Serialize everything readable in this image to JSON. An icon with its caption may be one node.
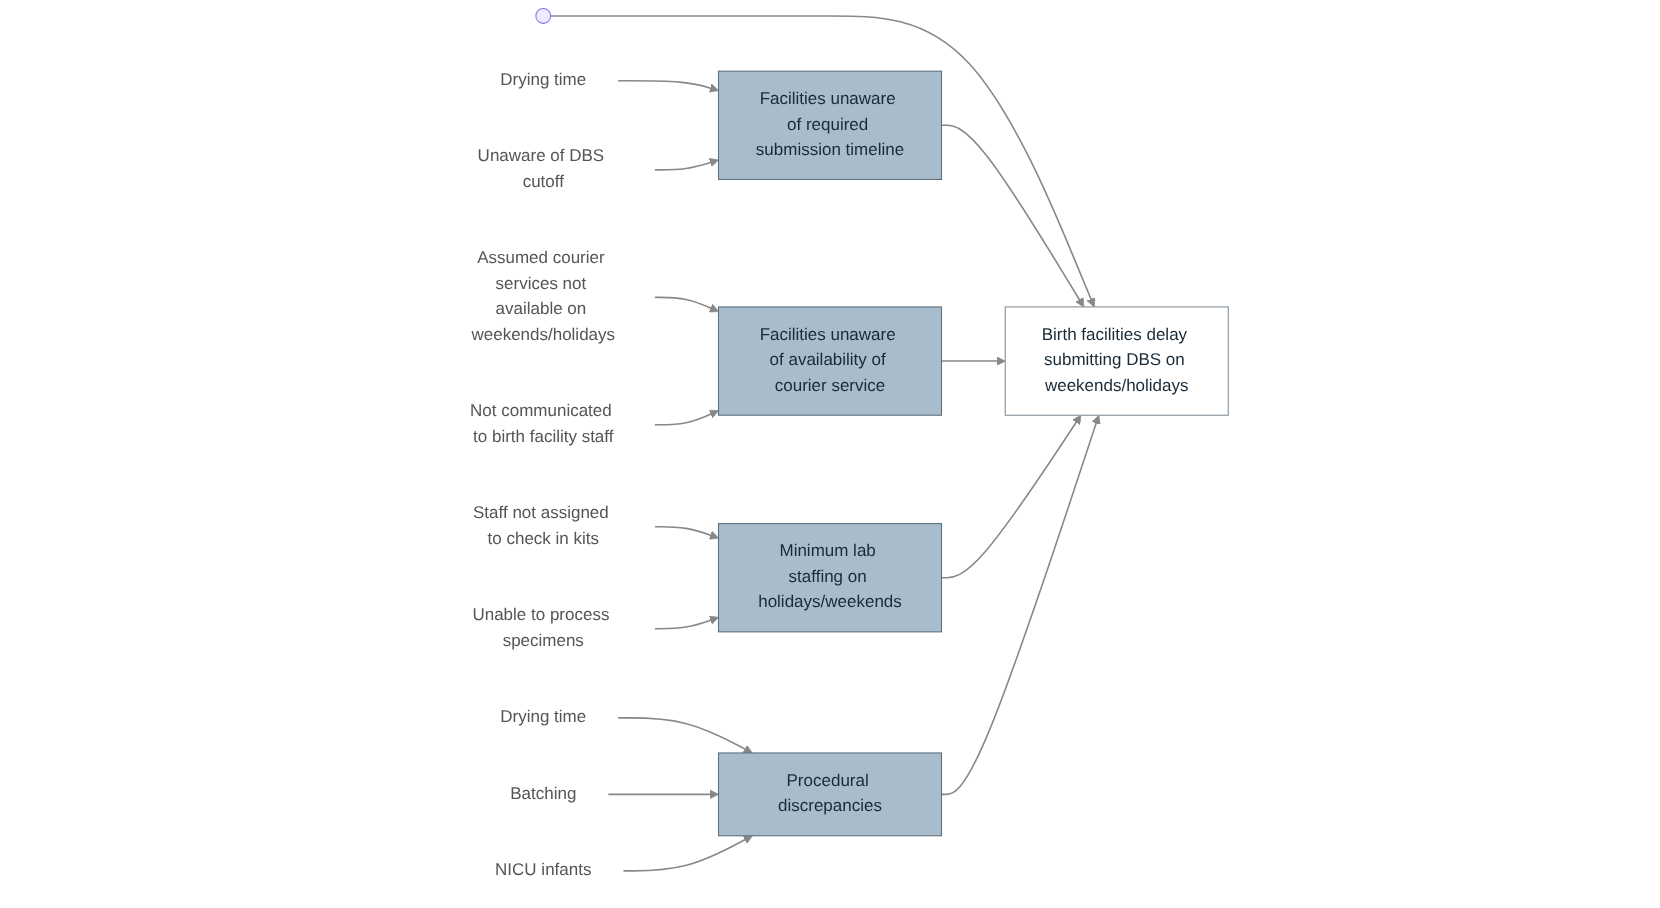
{
  "diagram": {
    "nodes": [
      {
        "text": [
          "Birth facilities delay submitting DBS on weekends/holidays"
        ]
      },
      {
        "text": [
          "Facilities unaware of required submission timeline"
        ]
      },
      {
        "text": [
          "Facilities unaware of availability of courier service"
        ]
      },
      {
        "text": [
          "Minimum lab staffing on holidays/weekends"
        ]
      },
      {
        "text": [
          "Procedural discrepancies"
        ]
      },
      {
        "text": [
          "Drying time"
        ]
      },
      {
        "text": [
          "Unaware of DBS cutoff"
        ]
      },
      {
        "text": [
          "Assumed courier services not available on weekends/holidays"
        ]
      },
      {
        "text": [
          "Not communicated to birth facility staff"
        ]
      },
      {
        "text": [
          "Staff not assigned to check in kits"
        ]
      },
      {
        "text": [
          "Unable to process specimens"
        ]
      },
      {
        "text": [
          "Drying time"
        ]
      },
      {
        "text": [
          "Batching"
        ]
      },
      {
        "text": [
          "NICU infants"
        ]
      }
    ],
    "edges": [
      {
        "from": null,
        "to": 0,
        "arrow": "to"
      },
      {
        "from": 1,
        "to": 0,
        "arrow": "to"
      },
      {
        "from": 2,
        "to": 0,
        "arrow": "to"
      },
      {
        "from": 3,
        "to": 0,
        "arrow": "to"
      },
      {
        "from": 4,
        "to": 0,
        "arrow": "to"
      },
      {
        "from": 5,
        "to": 1,
        "arrow": "to"
      },
      {
        "from": 6,
        "to": 1,
        "arrow": "to"
      },
      {
        "from": 7,
        "to": 2,
        "arrow": "to"
      },
      {
        "from": 8,
        "to": 2,
        "arrow": "to"
      },
      {
        "from": 9,
        "to": 3,
        "arrow": "to"
      },
      {
        "from": 10,
        "to": 3,
        "arrow": "to"
      },
      {
        "from": 11,
        "to": 4,
        "arrow": "to"
      },
      {
        "from": 12,
        "to": 4,
        "arrow": "to"
      },
      {
        "from": 13,
        "to": 4,
        "arrow": "to"
      }
    ]
  }
}
